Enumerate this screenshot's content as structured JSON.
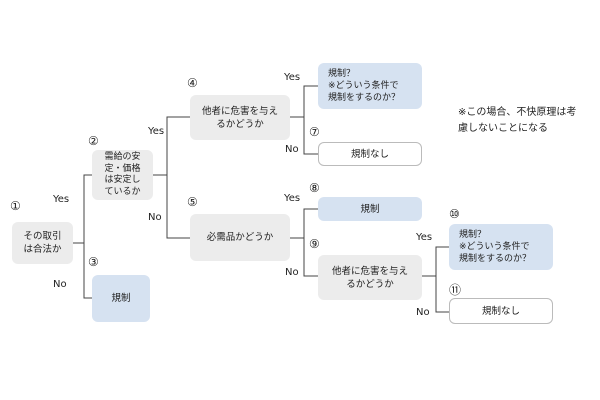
{
  "nodes": {
    "n1": {
      "number": "①",
      "text": "その取引\nは合法か"
    },
    "n2": {
      "number": "②",
      "text": "需給の安\n定・価格\nは安定し\nているか"
    },
    "n3": {
      "number": "③",
      "text": "規制"
    },
    "n4": {
      "number": "④",
      "text": "他者に危害を与え\nるかどうか"
    },
    "n5": {
      "number": "⑤",
      "text": "必需品かどうか"
    },
    "n7": {
      "number": "⑦",
      "text": "規制なし"
    },
    "n8": {
      "number": "⑧",
      "text": "規制"
    },
    "n9": {
      "number": "⑨",
      "text": "他者に危害を与え\nるかどうか"
    },
    "n10": {
      "number": "⑩",
      "text": "規制？\n※どういう条件で\n規制をするのか？"
    },
    "n11": {
      "number": "⑪",
      "text": "規制なし"
    },
    "q_top": {
      "text": "規制？\n※どういう条件で\n規制をするのか？"
    }
  },
  "edge_labels": {
    "yes": "Yes",
    "no": "No"
  },
  "note": "※この場合、不快原理は考\n慮しないことになる",
  "colors": {
    "decision_fill": "#ececec",
    "outcome_fill": "#d6e2f1",
    "plain_fill": "#ffffff",
    "line": "#444444"
  }
}
